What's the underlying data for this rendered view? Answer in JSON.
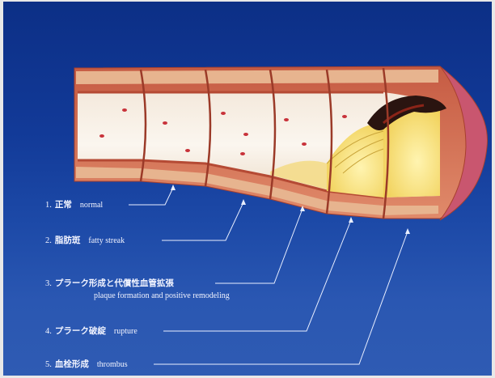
{
  "stages": [
    {
      "number": "1.",
      "ja": "正常",
      "en": "normal"
    },
    {
      "number": "2.",
      "ja": "脂肪斑",
      "en": "fatty streak"
    },
    {
      "number": "3.",
      "ja": "プラーク形成と代償性血管拡張",
      "en": "plaque formation and positive remodeling"
    },
    {
      "number": "4.",
      "ja": "プラーク破綻",
      "en": "rupture"
    },
    {
      "number": "5.",
      "ja": "血栓形成",
      "en": "thrombus"
    }
  ],
  "colors": {
    "background_top": "#0c2f86",
    "background_bottom": "#2f5bb3",
    "vessel_wall": "#d0694f",
    "intima": "#e9c9a7",
    "plaque": "#f3d86a",
    "thrombus": "#2a1410",
    "leader_line": "#e8eeff"
  }
}
